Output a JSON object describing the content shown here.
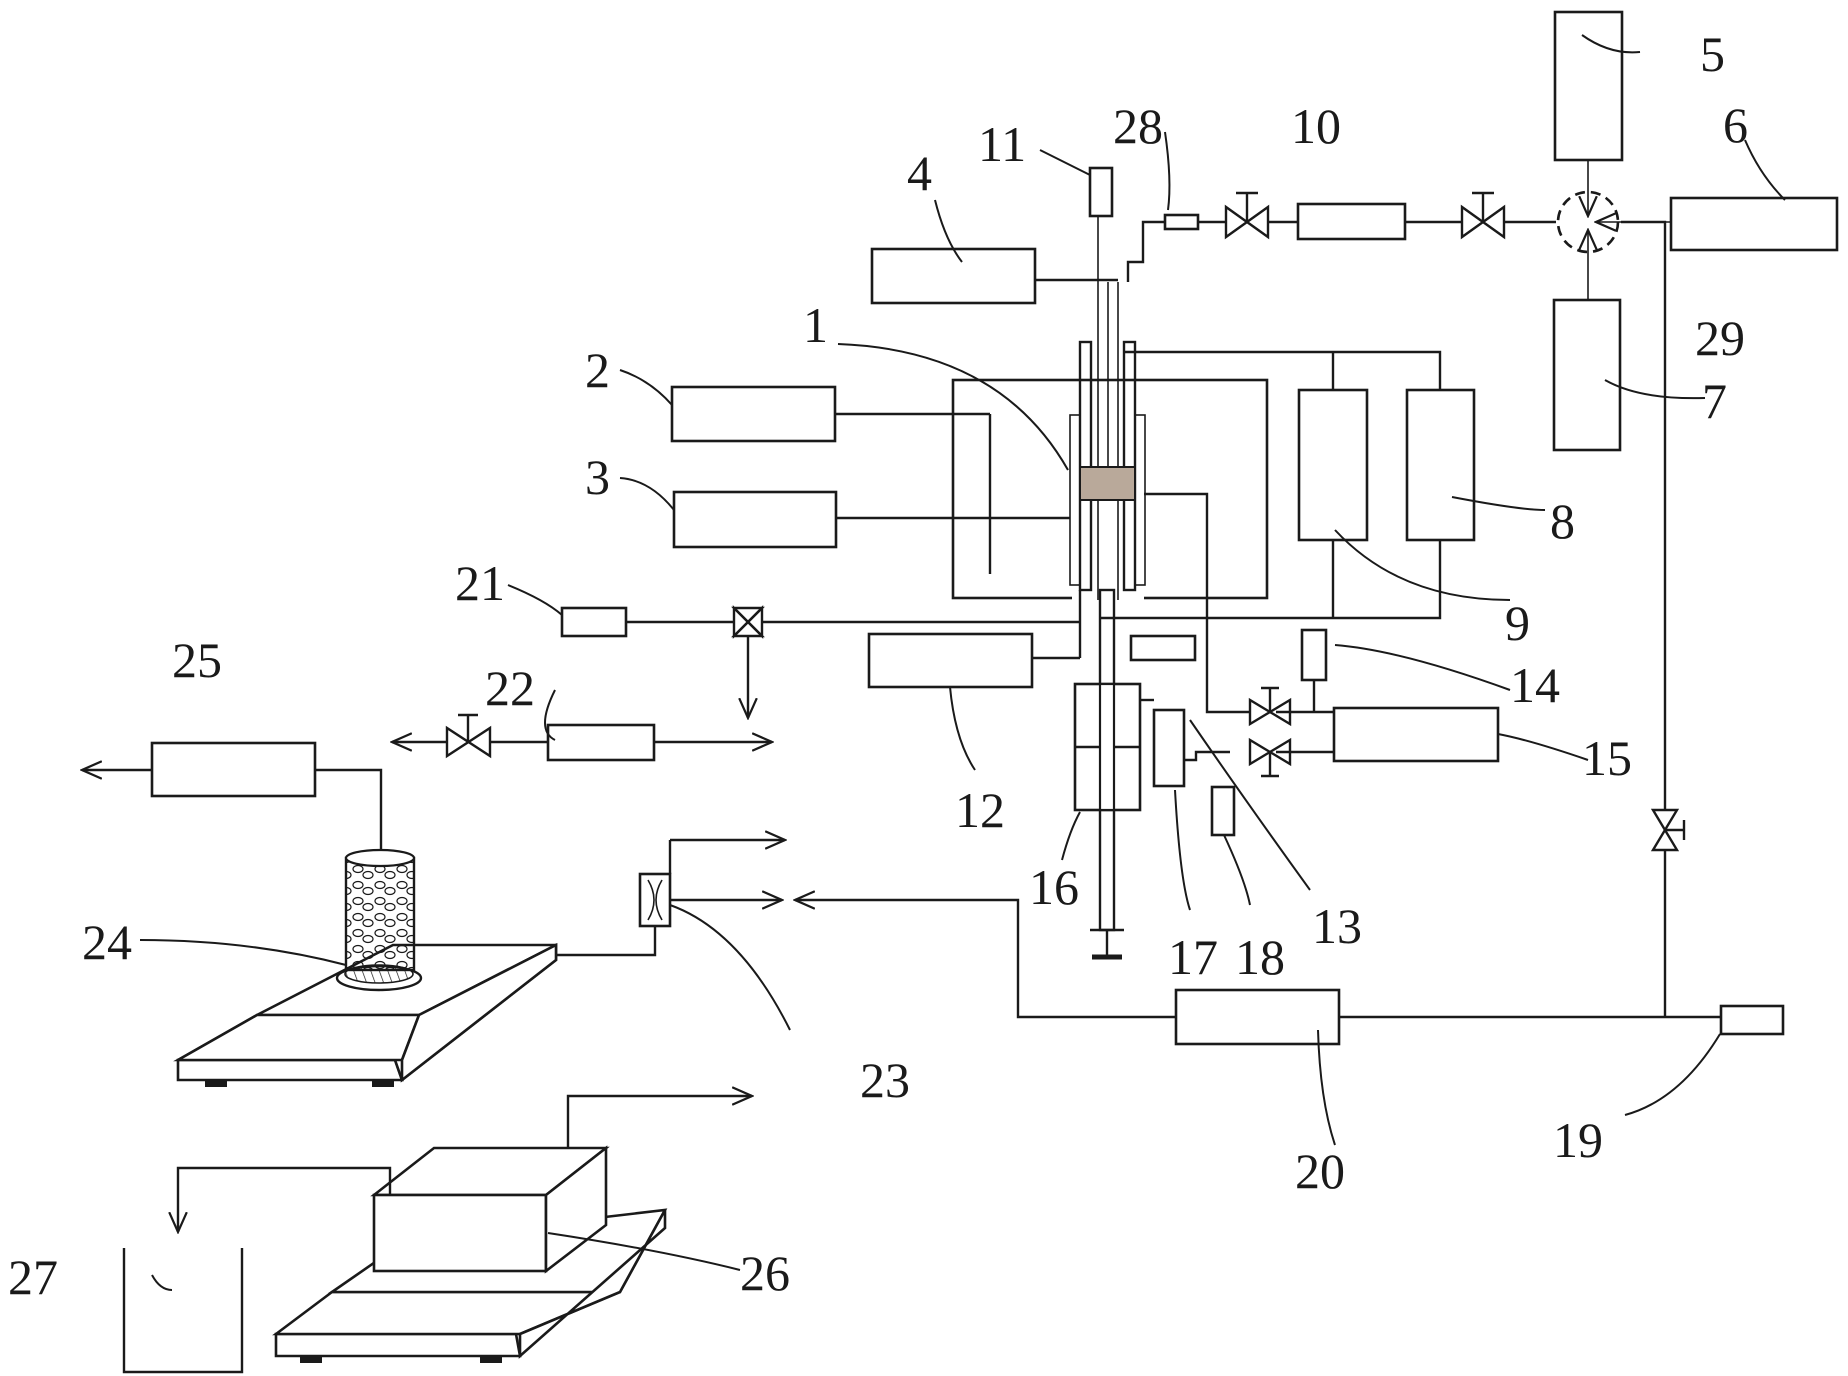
{
  "labels": {
    "l1": "1",
    "l2": "2",
    "l3": "3",
    "l4": "4",
    "l5": "5",
    "l6": "6",
    "l7": "7",
    "l8": "8",
    "l9": "9",
    "l10": "10",
    "l11": "11",
    "l12": "12",
    "l13": "13",
    "l14": "14",
    "l15": "15",
    "l16": "16",
    "l17": "17",
    "l18": "18",
    "l19": "19",
    "l20": "20",
    "l21": "21",
    "l22": "22",
    "l23": "23",
    "l24": "24",
    "l25": "25",
    "l26": "26",
    "l27": "27",
    "l28": "28",
    "l29": "29"
  },
  "colors": {
    "line": "#1a1a1a",
    "sample": "#b9a99a",
    "background": "#ffffff"
  }
}
